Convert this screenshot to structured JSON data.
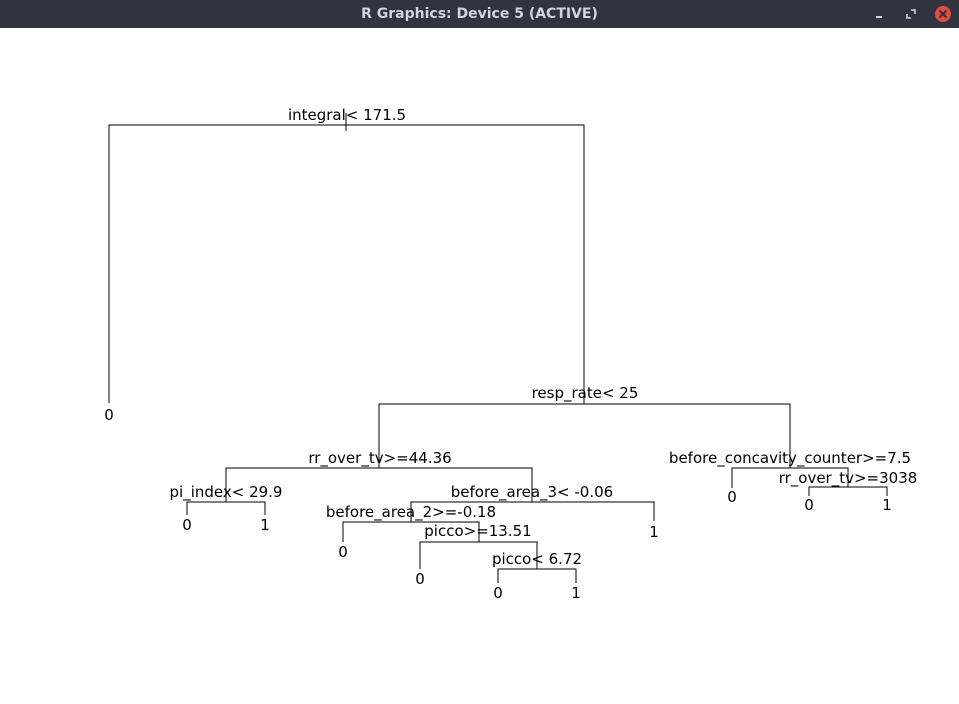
{
  "window": {
    "title": "R Graphics: Device 5 (ACTIVE)",
    "buttons": {
      "minimize": "minimize-icon",
      "maximize": "restore-icon",
      "close": "close-icon"
    },
    "colors": {
      "titlebar": "#2f343f",
      "close": "#e74c3c"
    }
  },
  "tree": {
    "splits": [
      "integral< 171.5",
      "resp_rate< 25",
      "rr_over_tv>=44.36",
      "before_concavity_counter>=7.5",
      "pi_index< 29.9",
      "before_area_3< -0.06",
      "rr_over_tv>=3038",
      "before_area_2>=-0.18",
      "picco>=13.51",
      "picco< 6.72"
    ],
    "leaves": [
      "0",
      "0",
      "1",
      "0",
      "0",
      "1",
      "1",
      "0",
      "0",
      "0",
      "1"
    ]
  }
}
